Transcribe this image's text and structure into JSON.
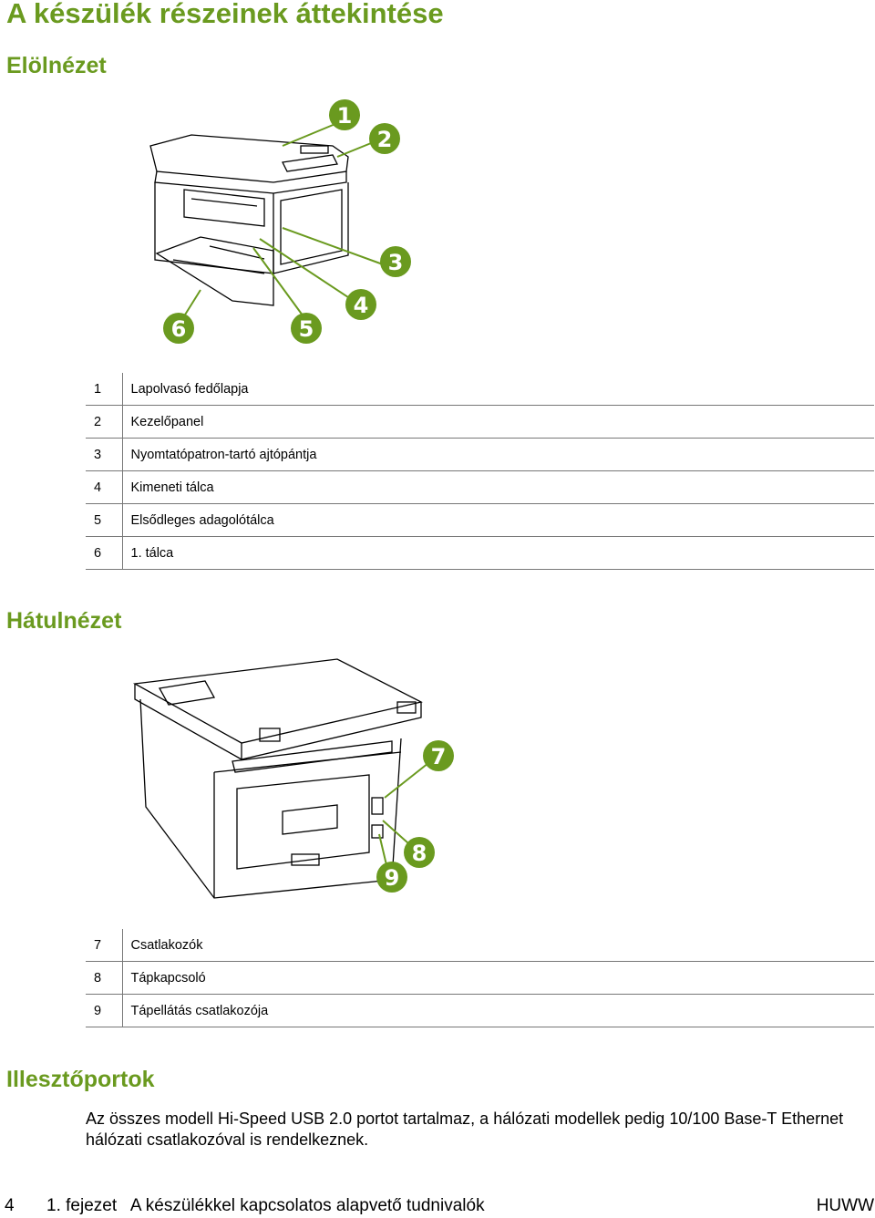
{
  "page": {
    "title": "A készülék részeinek áttekintése",
    "accent_color": "#6a9a1f"
  },
  "front": {
    "heading": "Elölnézet",
    "callouts": [
      "1",
      "2",
      "3",
      "4",
      "5",
      "6"
    ],
    "items": [
      {
        "num": "1",
        "label": "Lapolvasó fedőlapja"
      },
      {
        "num": "2",
        "label": "Kezelőpanel"
      },
      {
        "num": "3",
        "label": "Nyomtatópatron-tartó ajtópántja"
      },
      {
        "num": "4",
        "label": "Kimeneti tálca"
      },
      {
        "num": "5",
        "label": "Elsődleges adagolótálca"
      },
      {
        "num": "6",
        "label": "1. tálca"
      }
    ]
  },
  "rear": {
    "heading": "Hátulnézet",
    "callouts": [
      "7",
      "8",
      "9"
    ],
    "items": [
      {
        "num": "7",
        "label": "Csatlakozók"
      },
      {
        "num": "8",
        "label": "Tápkapcsoló"
      },
      {
        "num": "9",
        "label": "Tápellátás csatlakozója"
      }
    ]
  },
  "ports": {
    "heading": "Illesztőportok",
    "text": "Az összes modell Hi-Speed USB 2.0 portot tartalmaz, a hálózati modellek pedig 10/100 Base-T Ethernet hálózati csatlakozóval is rendelkeznek."
  },
  "footer": {
    "page_number": "4",
    "chapter": "1. fejezet   A készülékkel kapcsolatos alapvető tudnivalók",
    "right": "HUWW"
  }
}
